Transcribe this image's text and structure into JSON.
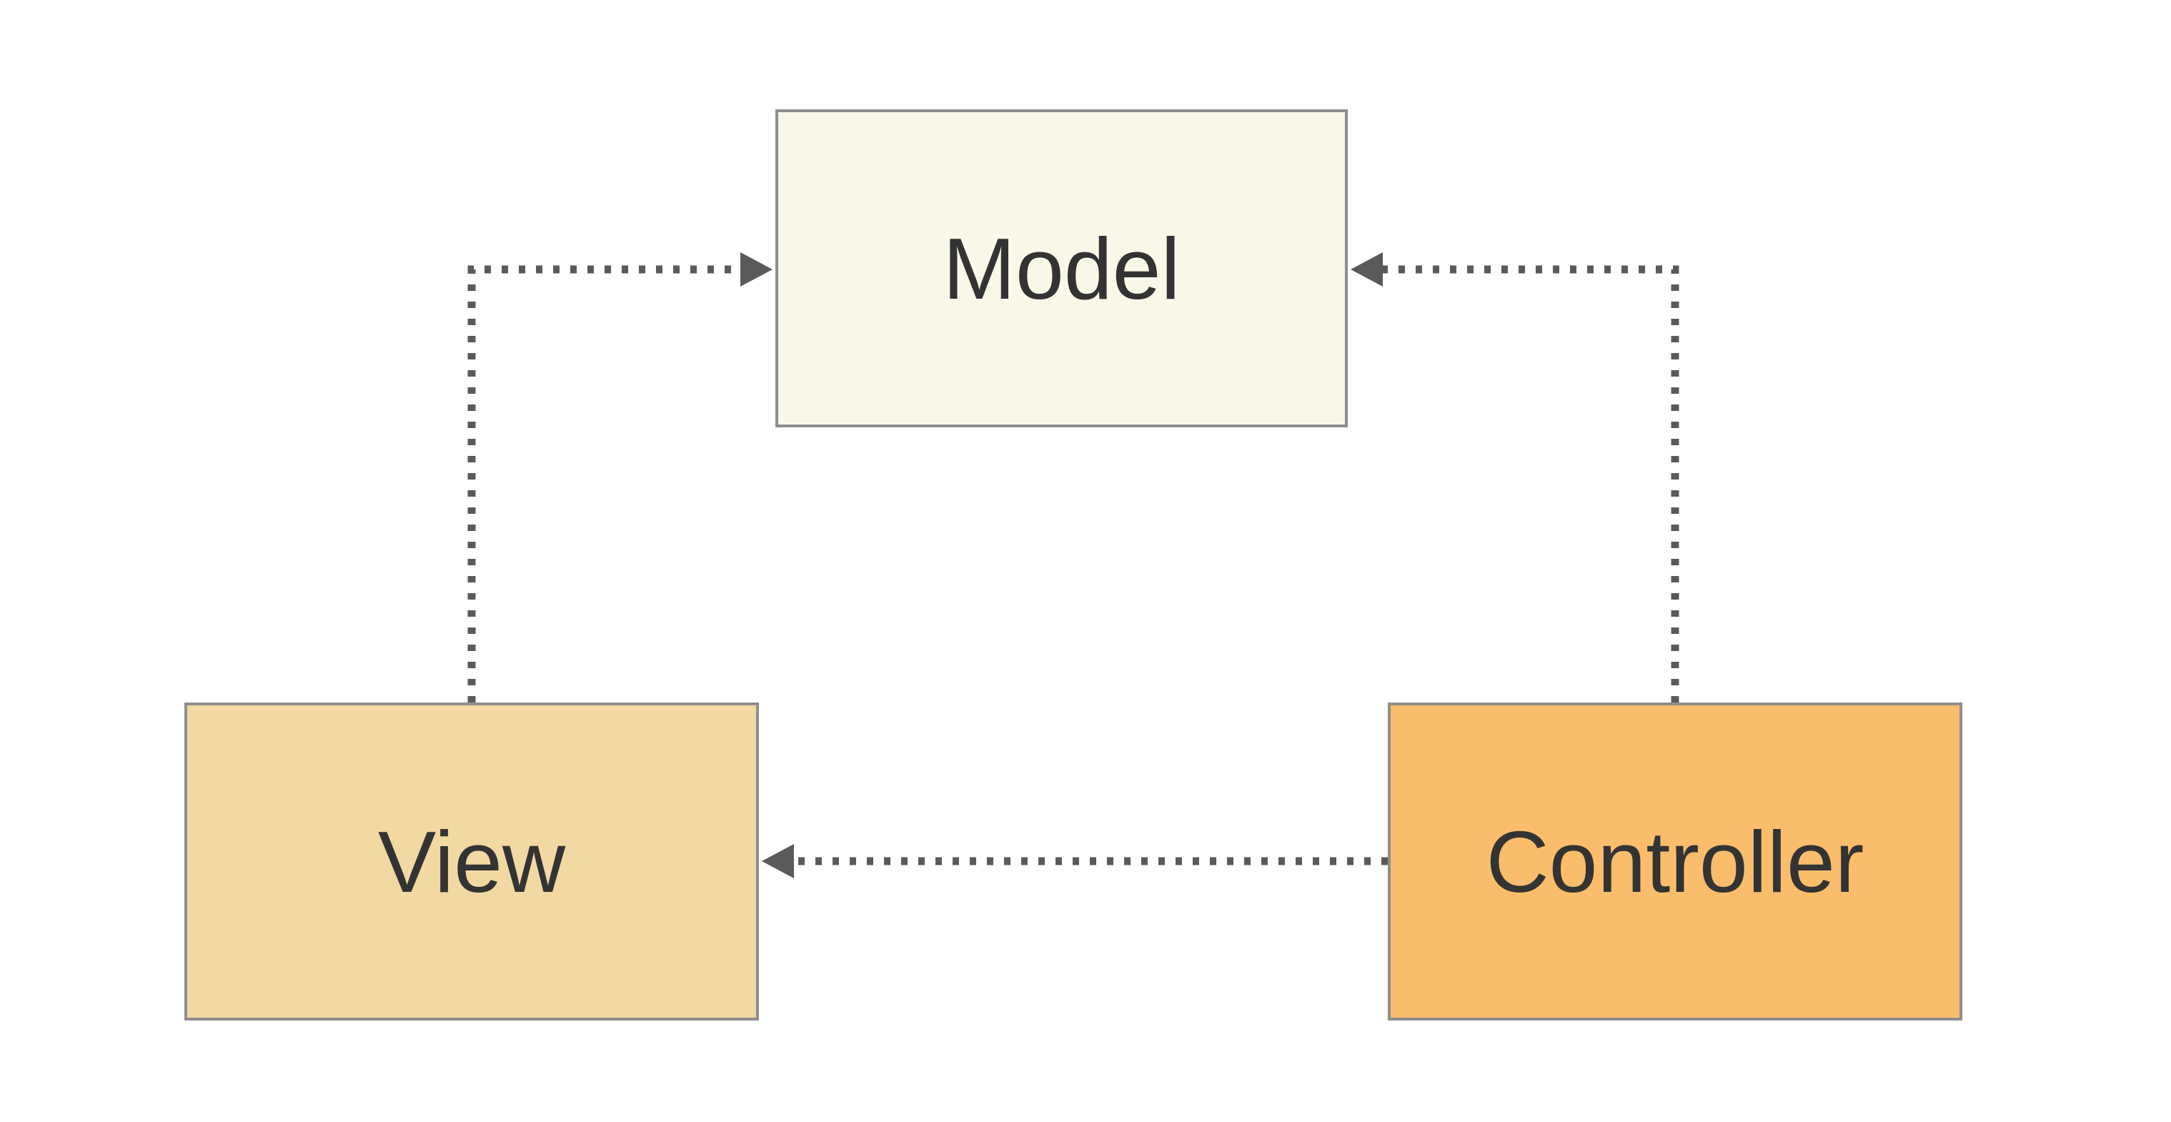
{
  "diagram": {
    "type": "mvc-pattern-diagram",
    "background": "#ffffff",
    "nodes": [
      {
        "id": "model",
        "label": "Model",
        "fill": "#f9f7e7",
        "border_color": "#8e8e8e",
        "text_color": "#333333"
      },
      {
        "id": "view",
        "label": "View",
        "fill": "#f2d8a2",
        "border_color": "#8e8e8e",
        "text_color": "#333333"
      },
      {
        "id": "controller",
        "label": "Controller",
        "fill": "#f9bd6b",
        "border_color": "#8e8e8e",
        "text_color": "#333333"
      }
    ],
    "edges": [
      {
        "from": "view",
        "to": "model",
        "style": "dotted",
        "arrow_at": "model-left-side",
        "color": "#5a5a5a"
      },
      {
        "from": "controller",
        "to": "model",
        "style": "dotted",
        "arrow_at": "model-right-side",
        "color": "#5a5a5a"
      },
      {
        "from": "controller",
        "to": "view",
        "style": "dotted",
        "arrow_at": "view-right-side",
        "color": "#5a5a5a"
      }
    ]
  }
}
